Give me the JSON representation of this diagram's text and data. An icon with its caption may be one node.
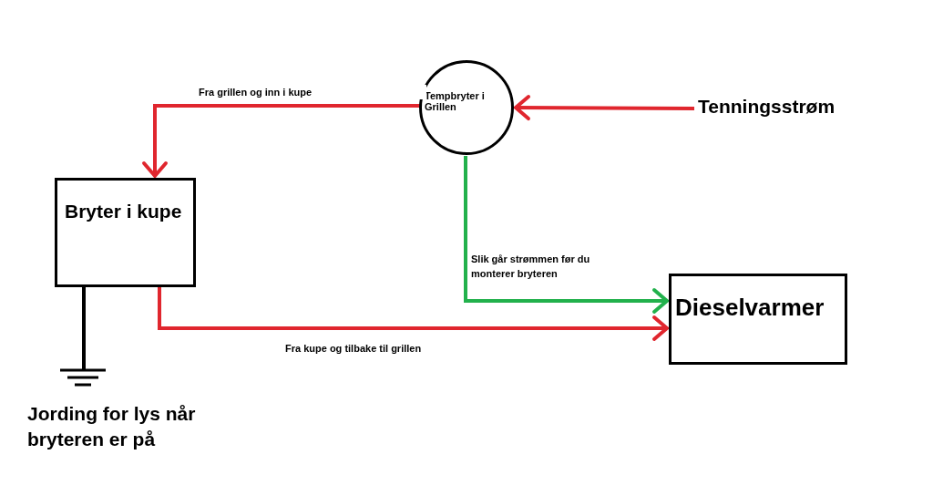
{
  "diagram": {
    "nodes": [
      {
        "text": [
          "Tempbryter i Grillen"
        ]
      },
      {
        "text": [
          "Tenningsstrøm"
        ]
      },
      {
        "text": [
          "Bryter i kupe"
        ]
      },
      {
        "text": [
          "Dieselvarmer"
        ]
      },
      {
        "text": [],
        "shape": "ground",
        "beside": [
          "Jording for lys når bryteren er på"
        ]
      }
    ],
    "edges": [
      {
        "from": 1,
        "to": 0,
        "arrow": "to"
      },
      {
        "from": 0,
        "to": 2,
        "arrow": "to",
        "label": "Fra grillen og inn i kupe"
      },
      {
        "from": 0,
        "to": 3,
        "arrow": "to",
        "label": "Slik går strømmen før du monterer bryteren",
        "color": "#22b14c"
      },
      {
        "from": 2,
        "to": 3,
        "arrow": "to",
        "label": "Fra kupe og tilbake til grillen"
      },
      {
        "from": 2,
        "to": 4,
        "arrow": "none",
        "color": "#000000"
      }
    ]
  }
}
